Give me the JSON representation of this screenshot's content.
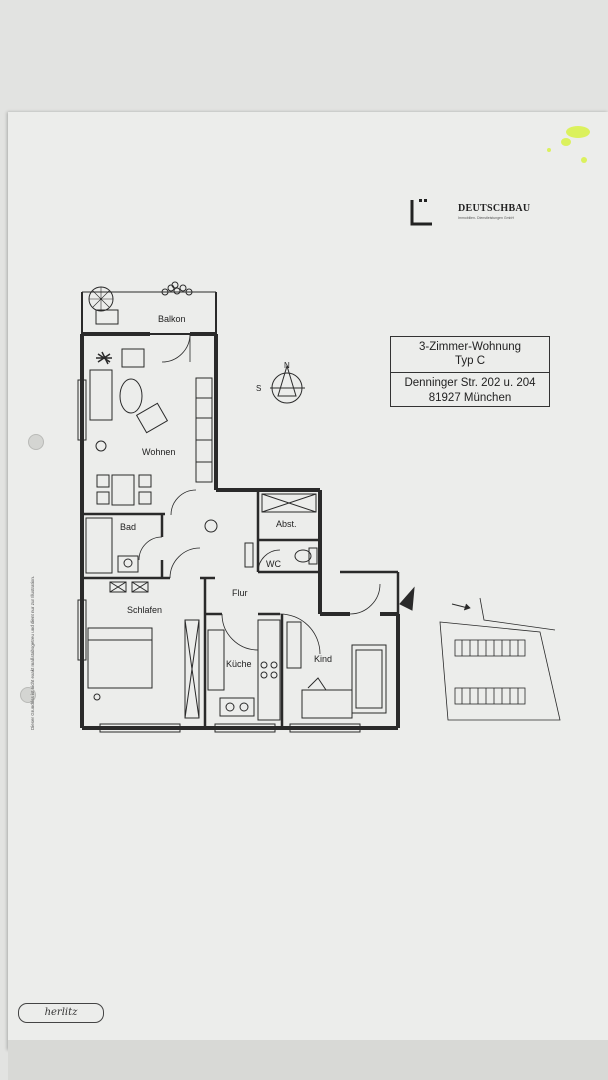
{
  "header": {
    "company_name": "DEUTSCHBAU",
    "company_sub": "Immobilien- Dienstleistungen GmbH"
  },
  "title_block": {
    "line1": "3-Zimmer-Wohnung",
    "line2": "Typ C",
    "line3": "Denninger Str. 202 u. 204",
    "line4": "81927 München"
  },
  "rooms": {
    "balkon": "Balkon",
    "wohnen": "Wohnen",
    "bad": "Bad",
    "abst": "Abst.",
    "wc": "WC",
    "flur": "Flur",
    "schlafen": "Schlafen",
    "kueche": "Küche",
    "kind": "Kind"
  },
  "compass": {
    "north": "N",
    "south": "S"
  },
  "disclaimer": "Dieser Grundriss ist nicht exakt maßstabsgetreu und dient nur zur Illustration.",
  "binder_label": "herlitz",
  "colors": {
    "paper": "#ecedeb",
    "line": "#2a2a2a",
    "highlighter": "#d8f23a"
  }
}
